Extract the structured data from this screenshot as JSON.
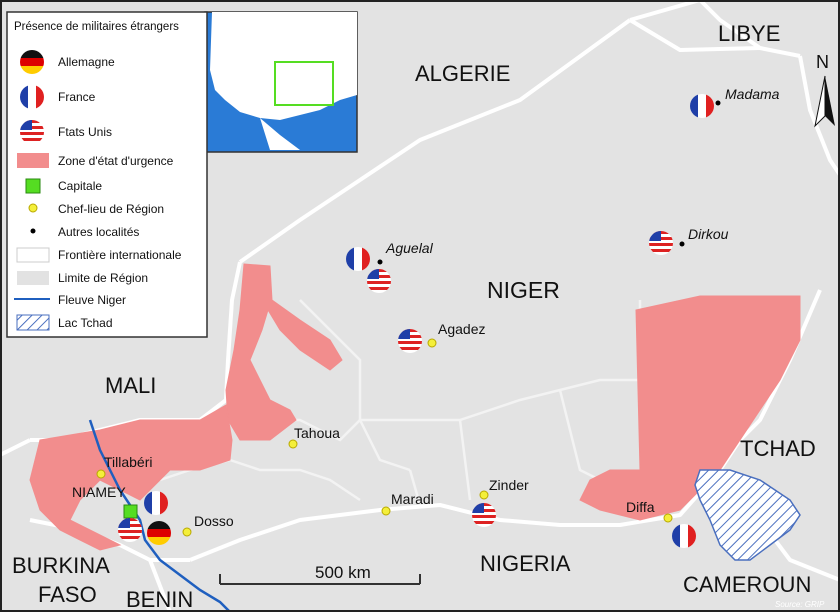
{
  "legend": {
    "title": "Présence de militaires étrangers",
    "items": [
      {
        "key": "germany",
        "label": "Allemagne",
        "icon": "germany-flag-icon"
      },
      {
        "key": "france",
        "label": "France",
        "icon": "france-flag-icon"
      },
      {
        "key": "usa",
        "label": "Ftats Unis",
        "icon": "usa-flag-icon"
      },
      {
        "key": "emergency",
        "label": "Zone d'état d'urgence",
        "color": "#f28d8d"
      },
      {
        "key": "capital",
        "label": "Capitale",
        "color": "#55dd22"
      },
      {
        "key": "region_capital",
        "label": "Chef-lieu de Région",
        "color": "#f4ef3a"
      },
      {
        "key": "other_town",
        "label": "Autres localités",
        "color": "#000000"
      },
      {
        "key": "border_intl",
        "label": "Frontière internationale",
        "color": "#ffffff"
      },
      {
        "key": "border_region",
        "label": "Limite de Région",
        "color": "#e2e2e2"
      },
      {
        "key": "river",
        "label": "Fleuve Niger",
        "color": "#1f5fbf"
      },
      {
        "key": "lake",
        "label": "Lac Tchad",
        "color": "#4a6fbf"
      }
    ]
  },
  "countries": {
    "libye": "LIBYE",
    "algerie": "ALGERIE",
    "mali": "MALI",
    "tchad": "TCHAD",
    "burkina_1": "BURKINA",
    "burkina_2": "FASO",
    "benin": "BENIN",
    "nigeria": "NIGERIA",
    "cameroun": "CAMEROUN",
    "niger": "NIGER"
  },
  "places": {
    "madama": "Madama",
    "aguelal": "Aguelal",
    "dirkou": "Dirkou",
    "agadez": "Agadez",
    "tahoua": "Tahoua",
    "tillaberi": "Tillabéri",
    "niamey": "NIAMEY",
    "dosso": "Dosso",
    "maradi": "Maradi",
    "zinder": "Zinder",
    "diffa": "Diffa"
  },
  "scale": {
    "label": "500 km"
  },
  "north": {
    "label": "N"
  },
  "source": {
    "label": "Source: GRIP"
  },
  "colors": {
    "land": "#e3e3e3",
    "border": "#ffffff",
    "emergency": "#f28d8d",
    "capital": "#55dd22",
    "region_capital": "#f4ef3a",
    "river": "#1f5fbf",
    "lake": "#4a6fbf",
    "inset_sea": "#2a7bd6",
    "inset_land": "#ffffff"
  }
}
